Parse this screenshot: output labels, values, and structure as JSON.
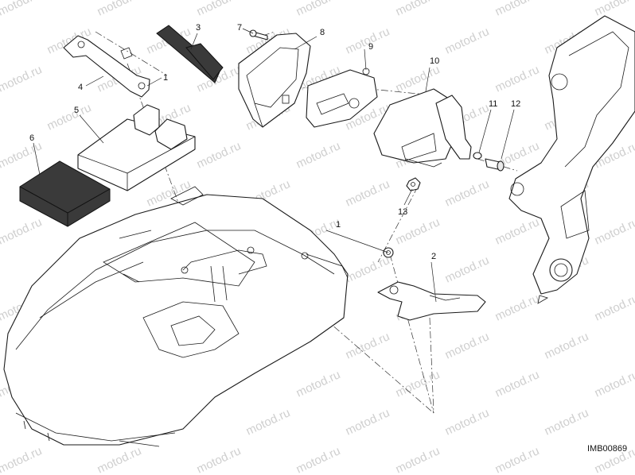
{
  "diagram": {
    "code": "IMB00869",
    "watermark": "motod.ru",
    "callouts": {
      "c1a": "1",
      "c1b": "1",
      "c2": "2",
      "c3": "3",
      "c4": "4",
      "c5": "5",
      "c6": "6",
      "c7": "7",
      "c8": "8",
      "c9": "9",
      "c10": "10",
      "c11": "11",
      "c12": "12",
      "c13": "13"
    },
    "colors": {
      "line": "#1a1a1a",
      "dark_part": "#3a3a3a",
      "watermark": "#cfcfcf"
    }
  }
}
